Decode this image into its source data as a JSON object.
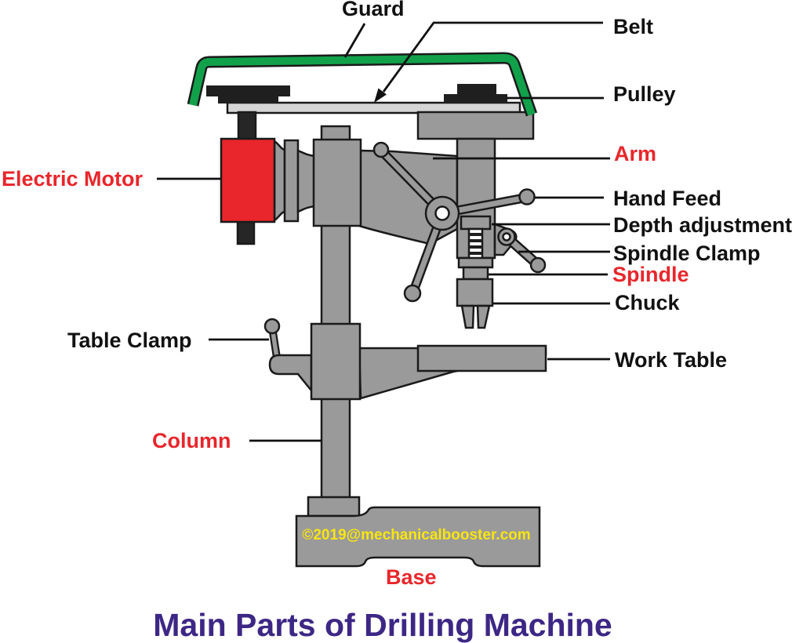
{
  "title": {
    "text": "Main Parts of Drilling Machine",
    "color": "#3d2785"
  },
  "watermark": {
    "text": "©2019@mechanicalbooster.com",
    "color": "#f8e511"
  },
  "palette": {
    "machine_gray": "#9a9a9a",
    "plate_gray": "#d5d5d5",
    "outline_black": "#1a1a1a",
    "guard_green": "#12a14b",
    "motor_red": "#e8262b",
    "label_black": "#111111",
    "label_red": "#e8262b",
    "title_purple": "#3d2785",
    "watermark_yellow": "#f8e511"
  },
  "labels": [
    {
      "id": "guard",
      "text": "Guard",
      "color": "black"
    },
    {
      "id": "belt",
      "text": "Belt",
      "color": "black"
    },
    {
      "id": "pulley",
      "text": "Pulley",
      "color": "black"
    },
    {
      "id": "arm",
      "text": "Arm",
      "color": "red"
    },
    {
      "id": "hand_feed",
      "text": "Hand Feed",
      "color": "black"
    },
    {
      "id": "depth_adjustment",
      "text": "Depth adjustment",
      "color": "black"
    },
    {
      "id": "spindle_clamp",
      "text": "Spindle Clamp",
      "color": "black"
    },
    {
      "id": "spindle",
      "text": "Spindle",
      "color": "red"
    },
    {
      "id": "chuck",
      "text": "Chuck",
      "color": "black"
    },
    {
      "id": "work_table",
      "text": "Work Table",
      "color": "black"
    },
    {
      "id": "table_clamp",
      "text": "Table Clamp",
      "color": "black"
    },
    {
      "id": "electric_motor",
      "text": "Electric Motor",
      "color": "red"
    },
    {
      "id": "column",
      "text": "Column",
      "color": "red"
    },
    {
      "id": "base",
      "text": "Base",
      "color": "red"
    }
  ]
}
